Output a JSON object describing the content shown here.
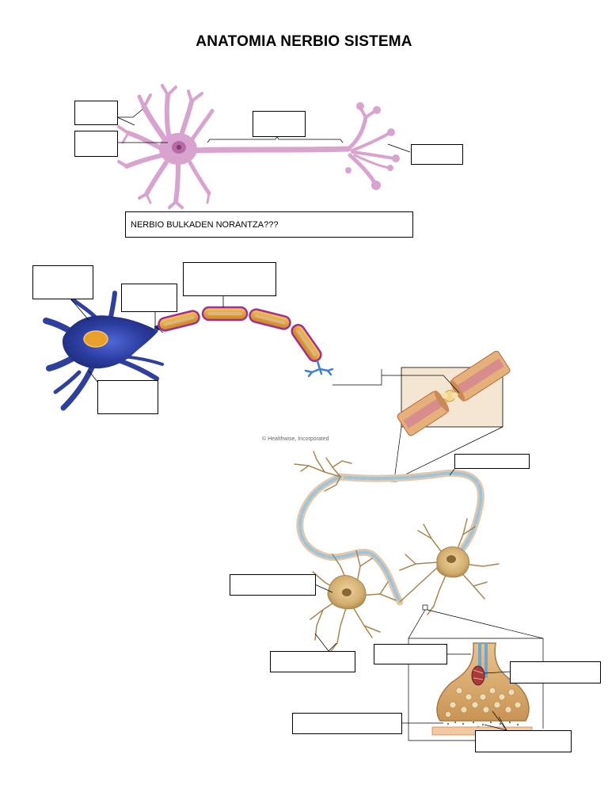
{
  "title": "ANATOMIA NERBIO SISTEMA",
  "question": "NERBIO BULKADEN NORANTZA???",
  "image_credit": "© Healthwise, Incorporated",
  "colors": {
    "neuron_pink": "#d9a3cf",
    "neuron_pink_dark": "#c07ab4",
    "neuron_blue": "#2f3f9e",
    "myelin_orange": "#e8a93a",
    "myelin_outline": "#a0308e",
    "tan_neuron": "#d9b77e",
    "tan_neuron_dark": "#a88650"
  }
}
